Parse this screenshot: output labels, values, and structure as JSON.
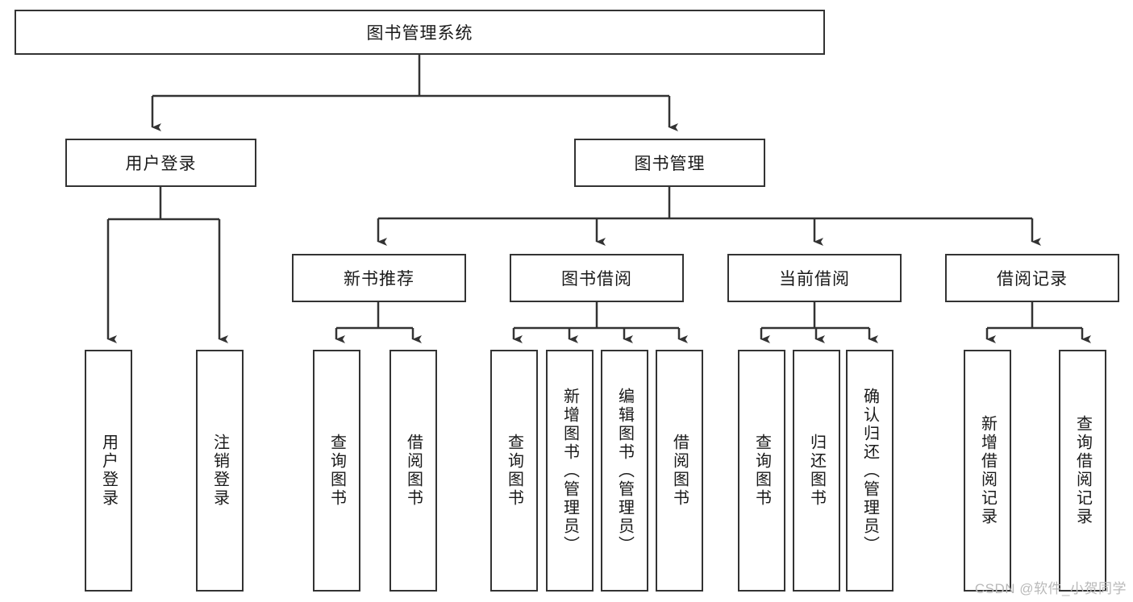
{
  "diagram": {
    "title": "图书管理系统",
    "type": "tree-hierarchy-diagram",
    "watermark": "CSDN @软件_小贺同学",
    "colors": {
      "node_border": "#333333",
      "node_fill": "#ffffff",
      "connector": "#333333",
      "text": "#1a1a1a",
      "watermark": "#b9b9b9",
      "background": "#ffffff"
    },
    "nodes": {
      "root": {
        "label": "图书管理系统"
      },
      "level2": [
        {
          "id": "user-login",
          "label": "用户登录"
        },
        {
          "id": "book-management",
          "label": "图书管理"
        }
      ],
      "level3": [
        {
          "id": "new-book-recommend",
          "label": "新书推荐"
        },
        {
          "id": "book-borrow",
          "label": "图书借阅"
        },
        {
          "id": "current-borrow",
          "label": "当前借阅"
        },
        {
          "id": "borrow-record",
          "label": "借阅记录"
        }
      ],
      "leaves": {
        "user_login": [
          {
            "id": "leaf-user-login",
            "label": "用户登录"
          },
          {
            "id": "leaf-logout-login",
            "label": "注销登录"
          }
        ],
        "new_book_recommend": [
          {
            "id": "leaf-query-book-1",
            "label": "查询图书"
          },
          {
            "id": "leaf-borrow-book-1",
            "label": "借阅图书"
          }
        ],
        "book_borrow": [
          {
            "id": "leaf-query-book-2",
            "label": "查询图书"
          },
          {
            "id": "leaf-add-book",
            "label": "新增图书（管理员）"
          },
          {
            "id": "leaf-edit-book",
            "label": "编辑图书（管理员）"
          },
          {
            "id": "leaf-borrow-book-2",
            "label": "借阅图书"
          }
        ],
        "current_borrow": [
          {
            "id": "leaf-query-book-3",
            "label": "查询图书"
          },
          {
            "id": "leaf-return-book",
            "label": "归还图书"
          },
          {
            "id": "leaf-confirm-return",
            "label": "确认归还（管理员）"
          }
        ],
        "borrow_record": [
          {
            "id": "leaf-add-record",
            "label": "新增借阅记录"
          },
          {
            "id": "leaf-query-record",
            "label": "查询借阅记录"
          }
        ]
      }
    }
  }
}
